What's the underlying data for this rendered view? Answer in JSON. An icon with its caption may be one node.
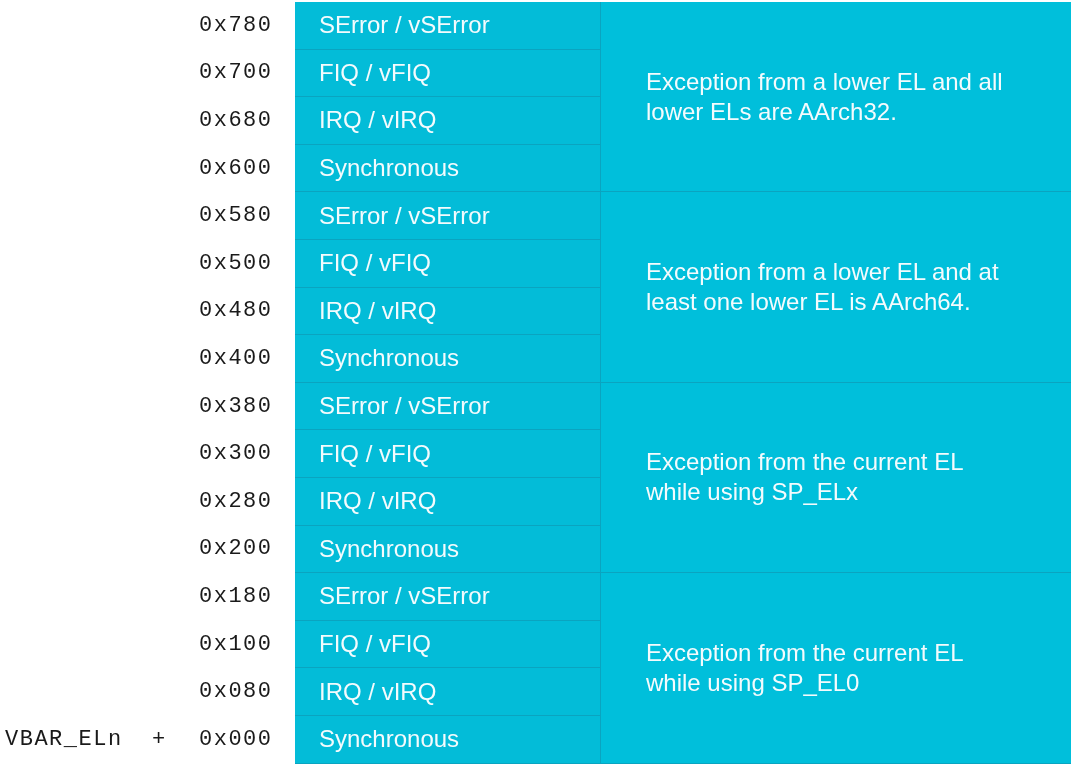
{
  "diagram": {
    "nodes": [
      {
        "text": [
          "SError / vSError"
        ],
        "beside": [
          "0x780"
        ]
      },
      {
        "text": [
          "FIQ / vFIQ"
        ],
        "beside": [
          "0x700"
        ]
      },
      {
        "text": [
          "IRQ / vIRQ"
        ],
        "beside": [
          "0x680"
        ]
      },
      {
        "text": [
          "Synchronous"
        ],
        "beside": [
          "0x600"
        ]
      },
      {
        "text": [
          "Exception from a lower EL and all lower ELs are AArch32."
        ]
      },
      {
        "text": [
          "SError / vSError"
        ],
        "beside": [
          "0x580"
        ]
      },
      {
        "text": [
          "FIQ / vFIQ"
        ],
        "beside": [
          "0x500"
        ]
      },
      {
        "text": [
          "IRQ / vIRQ"
        ],
        "beside": [
          "0x480"
        ]
      },
      {
        "text": [
          "Synchronous"
        ],
        "beside": [
          "0x400"
        ]
      },
      {
        "text": [
          "Exception from a lower EL and at least one lower EL is AArch64."
        ]
      },
      {
        "text": [
          "SError / vSError"
        ],
        "beside": [
          "0x380"
        ]
      },
      {
        "text": [
          "FIQ / vFIQ"
        ],
        "beside": [
          "0x300"
        ]
      },
      {
        "text": [
          "IRQ / vIRQ"
        ],
        "beside": [
          "0x280"
        ]
      },
      {
        "text": [
          "Synchronous"
        ],
        "beside": [
          "0x200"
        ]
      },
      {
        "text": [
          "Exception from the current EL while using SP_ELx"
        ]
      },
      {
        "text": [
          "SError / vSError"
        ],
        "beside": [
          "0x180"
        ]
      },
      {
        "text": [
          "FIQ / vFIQ"
        ],
        "beside": [
          "0x100"
        ]
      },
      {
        "text": [
          "IRQ / vIRQ"
        ],
        "beside": [
          "0x080"
        ]
      },
      {
        "text": [
          "Synchronous"
        ],
        "beside": [
          "VBAR_ELn",
          "+",
          "0x000"
        ]
      },
      {
        "text": [
          "Exception from the current EL while using SP_EL0"
        ]
      }
    ]
  }
}
